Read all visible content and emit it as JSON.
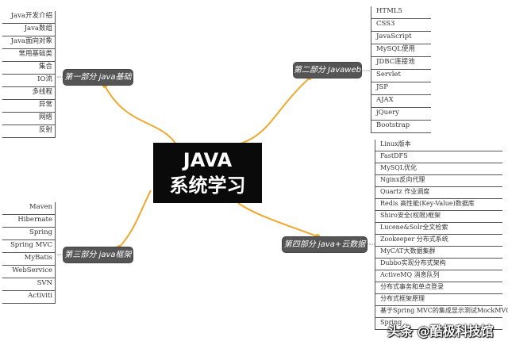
{
  "center": {
    "line1": "JAVA",
    "line2": "系统学习"
  },
  "colors": {
    "connector": "#f0a830",
    "node": "#555555",
    "center": "#0a0a0a"
  },
  "branches": [
    {
      "label": "第一部分 java基础",
      "items": [
        "Java开发介绍",
        "Java数组",
        "Java面向对象",
        "常用基础类",
        "集合",
        "IO流",
        "多线程",
        "异常",
        "网络",
        "反射"
      ]
    },
    {
      "label": "第二部分 Javaweb",
      "items": [
        "HTML5",
        "CSS3",
        "JavaScript",
        "MySQL使用",
        "JDBC连接池",
        "Servlet",
        "JSP",
        "AJAX",
        "jQuery",
        "Bootstrap"
      ]
    },
    {
      "label": "第三部分 java框架",
      "items": [
        "Maven",
        "Hibernate",
        "Spring",
        "Spring MVC",
        "MyBatis",
        "WebService",
        "SVN",
        "Activiti"
      ]
    },
    {
      "label": "第四部分 java+云数据",
      "items": [
        "Linux版本",
        "FastDFS",
        "MySQL优化",
        "Nginx反向代理",
        "Quartz 作业调度",
        "Redis 高性能(Key-Value)数据库",
        "Shiro安全(权限)框架",
        "Lucene&Solr全文检索",
        "Zookeeper 分布式系统",
        "MyCAT大数据集群",
        "Dubbo实现分布式架构",
        "ActiveMQ 消息队列",
        "分布式事务和单点登录",
        "分布式框架原理",
        "基于Spring MVC的集成显示测试MockMVC",
        "Spring"
      ]
    }
  ],
  "watermark": "头条 @酷极科技馆"
}
